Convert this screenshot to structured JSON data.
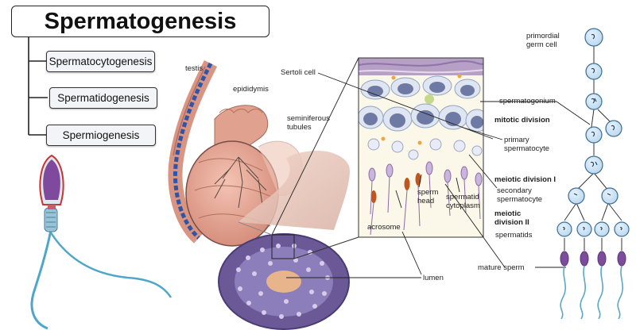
{
  "title": "Spermatogenesis",
  "phases": [
    "Spermatocytogenesis",
    "Spermatidogenesis",
    "Spermiogenesis"
  ],
  "labels": {
    "testis": "testis",
    "epididymis": "epididymis",
    "seminiferous_tubules": "seminiferous\ntubules",
    "sertoli_cell": "Sertoli cell",
    "sperm_head": "sperm\nhead",
    "spermatid_cytoplasm": "spermatid\ncytoplasm",
    "acrosome": "acrosome",
    "lumen": "lumen",
    "primordial_germ_cell": "primordial\ngerm cell",
    "spermatogonium": "spermatogonium",
    "mitotic_division": "mitotic division",
    "primary_spermatocyte": "primary\nspermatocyte",
    "meiotic_division_1": "meiotic division I",
    "secondary_spermatocyte": "secondary\nspermatocyte",
    "meiotic_division_2": "meiotic\ndivision II",
    "spermatids": "spermatids",
    "mature_sperm": "mature sperm"
  },
  "colors": {
    "cell_fill": "#d6e8f5",
    "cell_stroke": "#3d6e93",
    "tissue_pink": "#e9a593",
    "tubule_purple": "#6a5897",
    "sperm_purple": "#7e4c9c",
    "sperm_tail": "#5aa8c6"
  }
}
